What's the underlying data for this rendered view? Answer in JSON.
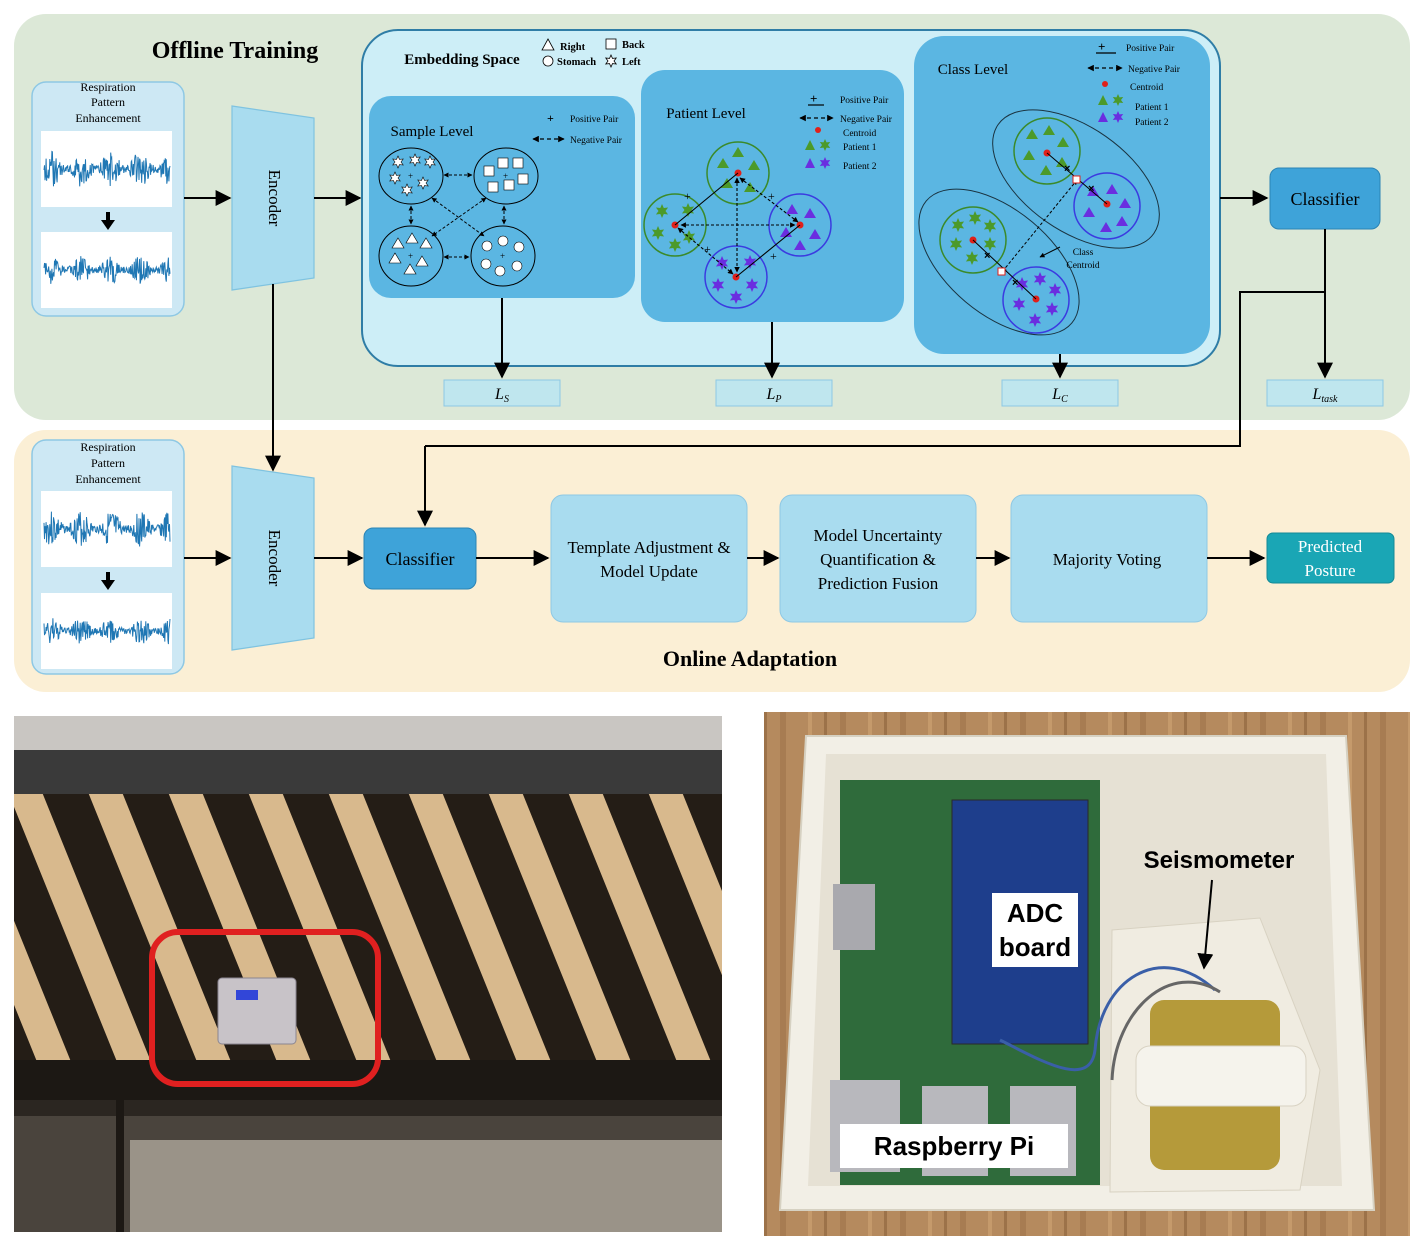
{
  "sections": {
    "offline_title": "Offline Training",
    "online_title": "Online Adaptation"
  },
  "enhancement": {
    "label_line1": "Respiration",
    "label_line2": "Pattern",
    "label_line3": "Enhancement"
  },
  "encoder_label": "Encoder",
  "classifier_label": "Classifier",
  "embedding": {
    "title": "Embedding Space",
    "legend": {
      "right": "Right",
      "stomach": "Stomach",
      "back": "Back",
      "left": "Left"
    },
    "sample_level": {
      "title": "Sample Level",
      "positive_pair": "Positive Pair",
      "negative_pair": "Negative Pair"
    },
    "patient_level": {
      "title": "Patient Level",
      "positive_pair": "Positive Pair",
      "negative_pair": "Negative Pair",
      "centroid": "Centroid",
      "patient1": "Patient 1",
      "patient2": "Patient 2"
    },
    "class_level": {
      "title": "Class Level",
      "positive_pair": "Positive Pair",
      "negative_pair": "Negative Pair",
      "centroid": "Centroid",
      "patient1": "Patient 1",
      "patient2": "Patient 2",
      "class_centroid_line1": "Class",
      "class_centroid_line2": "Centroid"
    }
  },
  "losses": {
    "ls_main": "L",
    "ls_sub": "S",
    "lp_main": "L",
    "lp_sub": "P",
    "lc_main": "L",
    "lc_sub": "C",
    "lt_main": "L",
    "lt_sub": "task"
  },
  "online_steps": {
    "template_line1": "Template Adjustment &",
    "template_line2": "Model Update",
    "uncertainty_line1": "Model Uncertainty",
    "uncertainty_line2": "Quantification &",
    "uncertainty_line3": "Prediction Fusion",
    "voting": "Majority Voting",
    "predicted_line1": "Predicted",
    "predicted_line2": "Posture"
  },
  "photo_labels": {
    "adc_line1": "ADC",
    "adc_line2": "board",
    "seismometer": "Seismometer",
    "raspberry": "Raspberry Pi"
  },
  "colors": {
    "offline_bg": "#dce8d7",
    "online_bg": "#fbefd5",
    "light_blue": "#a9dcef",
    "mid_blue": "#5bb6e2",
    "dark_teal": "#1aa6b5"
  }
}
